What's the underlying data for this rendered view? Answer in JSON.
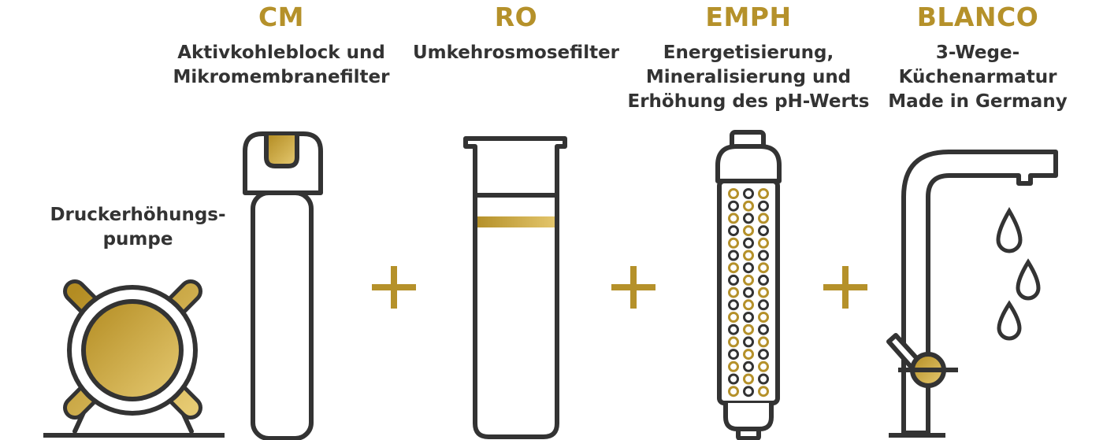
{
  "colors": {
    "gold": "#B5912A",
    "gold_light": "#E3C56B",
    "ink": "#333333",
    "background": "#FFFFFF"
  },
  "pump": {
    "label_lines": [
      "Druckerhöhungs-",
      "pumpe"
    ],
    "icon": "pump-icon"
  },
  "stages": [
    {
      "title": "CM",
      "lines": [
        "Aktivkohleblock und",
        "Mikromembranefilter"
      ],
      "icon": "carbon-block-filter-icon"
    },
    {
      "title": "RO",
      "lines": [
        "Umkehrosmosefilter"
      ],
      "icon": "reverse-osmosis-filter-icon"
    },
    {
      "title": "EMPH",
      "lines": [
        "Energetisierung,",
        "Mineralisierung und",
        "Erhöhung des pH-Werts"
      ],
      "icon": "mineral-cartridge-icon"
    },
    {
      "title": "BLANCO",
      "lines": [
        "3-Wege-",
        "Küchenarmatur",
        "Made in Germany"
      ],
      "icon": "kitchen-faucet-icon"
    }
  ],
  "connectors": [
    "+",
    "+",
    "+"
  ]
}
